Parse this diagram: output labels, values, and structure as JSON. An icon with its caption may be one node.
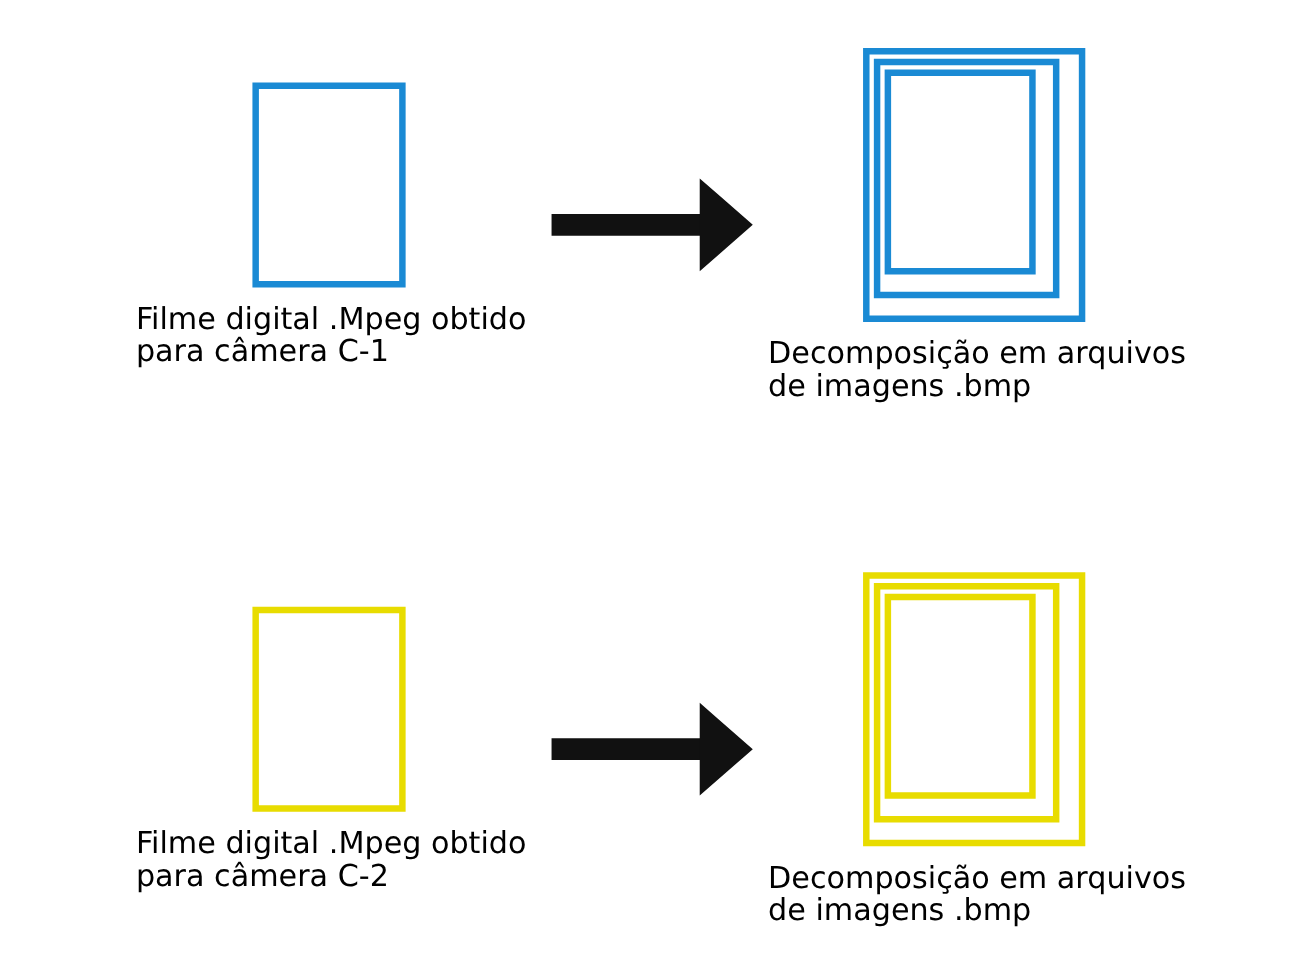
{
  "diagram": {
    "nodes": [
      {
        "text": [],
        "shape": "box",
        "beside": [
          "Filme digital .Mpeg obtido para câmera C-1"
        ]
      },
      {
        "text": [],
        "shape": "box",
        "beside": [
          "Decomposição em arquivos de imagens .bmp"
        ]
      },
      {
        "text": [],
        "shape": "box",
        "beside": [
          "Filme digital .Mpeg obtido para câmera C-2"
        ]
      },
      {
        "text": [],
        "shape": "box",
        "beside": [
          "Decomposição em arquivos de imagens .bmp"
        ]
      }
    ],
    "edges": [
      {
        "from": 0,
        "to": 1,
        "arrow": "to"
      },
      {
        "from": 2,
        "to": 3,
        "arrow": "to"
      }
    ]
  }
}
